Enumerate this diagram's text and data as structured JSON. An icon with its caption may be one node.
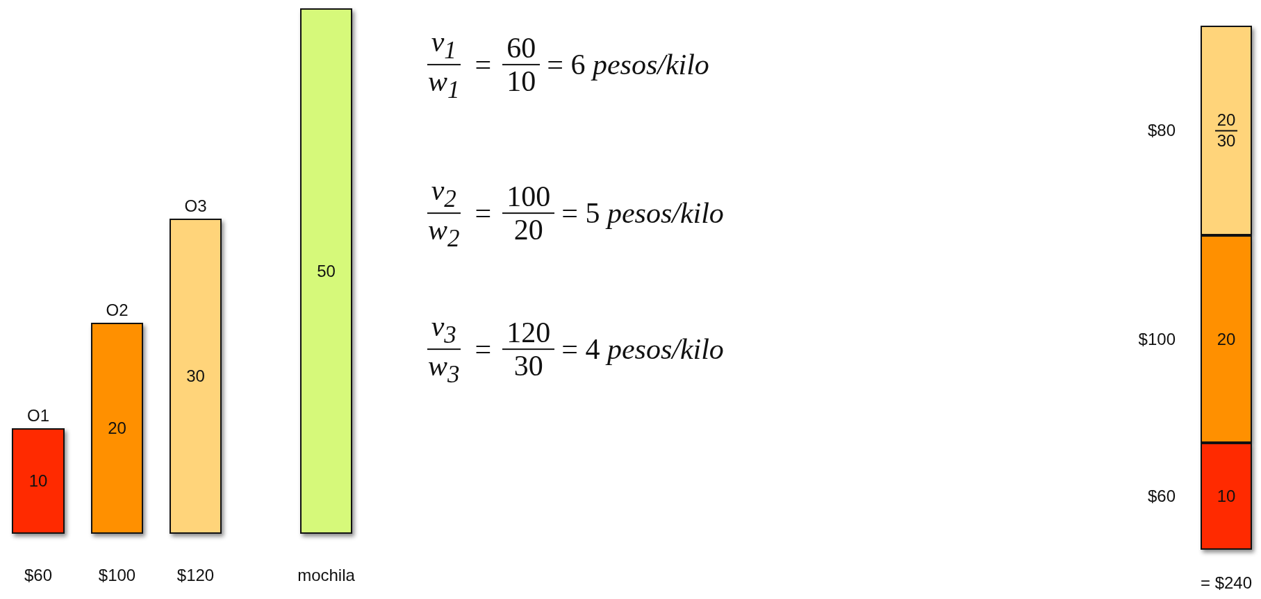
{
  "diagram": {
    "nodes": [
      {
        "text": [
          "O1",
          "10"
        ],
        "beside": [
          "$60"
        ]
      },
      {
        "text": [
          "O2",
          "20"
        ],
        "beside": [
          "$100"
        ]
      },
      {
        "text": [
          "O3",
          "30"
        ],
        "beside": [
          "$120"
        ]
      },
      {
        "text": [
          "50"
        ],
        "beside": [
          "mochila"
        ]
      },
      {
        "text": [
          "20",
          "30"
        ],
        "beside": [
          "$80"
        ]
      },
      {
        "text": [
          "20"
        ],
        "beside": [
          "$100"
        ]
      },
      {
        "text": [
          "10"
        ],
        "beside": [
          "$60"
        ]
      }
    ],
    "edges": [],
    "labels": [
      "v$_{1}$",
      "w$_{1}$",
      "=",
      "60",
      "10",
      "= 6 *pesos/kilo*",
      "v$_{2}$",
      "w$_{2}$",
      "=",
      "100",
      "20",
      "= 5 *pesos/kilo*",
      "v$_{3}$",
      "w$_{3}$",
      "=",
      "120",
      "30",
      "= 4 *pesos/kilo*",
      "= $240"
    ]
  }
}
